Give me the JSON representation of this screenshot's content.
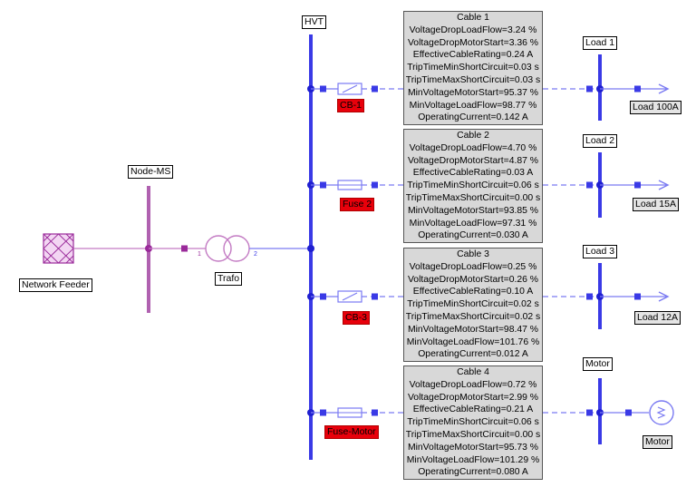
{
  "labels": {
    "network_feeder": "Network Feeder",
    "node_ms": "Node-MS",
    "trafo": "Trafo",
    "trafo_pin1": "1",
    "trafo_pin2": "2",
    "hvt": "HVT"
  },
  "switches": [
    "CB-1",
    "Fuse 2",
    "CB-3",
    "Fuse-Motor"
  ],
  "cables": [
    {
      "title": "Cable 1",
      "rows": [
        "VoltageDropLoadFlow=3.24 %",
        "VoltageDropMotorStart=3.36 %",
        "EffectiveCableRating=0.24 A",
        "TripTimeMinShortCircuit=0.03 s",
        "TripTimeMaxShortCircuit=0.03 s",
        "MinVoltageMotorStart=95.37 %",
        "MinVoltageLoadFlow=98.77 %",
        "OperatingCurrent=0.142 A"
      ]
    },
    {
      "title": "Cable 2",
      "rows": [
        "VoltageDropLoadFlow=4.70 %",
        "VoltageDropMotorStart=4.87 %",
        "EffectiveCableRating=0.03 A",
        "TripTimeMinShortCircuit=0.06 s",
        "TripTimeMaxShortCircuit=0.00 s",
        "MinVoltageMotorStart=93.85 %",
        "MinVoltageLoadFlow=97.31 %",
        "OperatingCurrent=0.030 A"
      ]
    },
    {
      "title": "Cable 3",
      "rows": [
        "VoltageDropLoadFlow=0.25 %",
        "VoltageDropMotorStart=0.26 %",
        "EffectiveCableRating=0.10 A",
        "TripTimeMinShortCircuit=0.02 s",
        "TripTimeMaxShortCircuit=0.02 s",
        "MinVoltageMotorStart=98.47 %",
        "MinVoltageLoadFlow=101.76 %",
        "OperatingCurrent=0.012 A"
      ]
    },
    {
      "title": "Cable 4",
      "rows": [
        "VoltageDropLoadFlow=0.72 %",
        "VoltageDropMotorStart=2.99 %",
        "EffectiveCableRating=0.21 A",
        "TripTimeMinShortCircuit=0.06 s",
        "TripTimeMaxShortCircuit=0.00 s",
        "MinVoltageMotorStart=95.73 %",
        "MinVoltageLoadFlow=101.29 %",
        "OperatingCurrent=0.080 A"
      ]
    }
  ],
  "buses": [
    "Load 1",
    "Load 2",
    "Load 3",
    "Motor"
  ],
  "loads": [
    "Load 100A",
    "Load 15A",
    "Load 12A",
    "Motor"
  ],
  "colors": {
    "hv_blue": "#3a3ae6",
    "hv_blue_light": "#7a7af2",
    "mv_purple": "#9a2a9a",
    "mv_purple_light": "#c37bc3",
    "red_tag": "#e8000b",
    "cable_box": "#d8d8d8"
  }
}
